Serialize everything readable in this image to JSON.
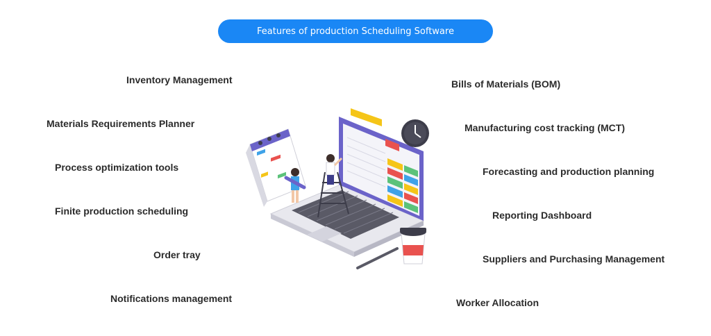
{
  "title": "Features of production Scheduling Software",
  "left_features": [
    "Inventory Management",
    "Materials Requirements Planner",
    "Process optimization tools",
    "Finite production scheduling",
    "Order tray",
    "Notifications management"
  ],
  "right_features": [
    "Bills of Materials (BOM)",
    "Manufacturing cost tracking (MCT)",
    "Forecasting and production planning",
    "Reporting Dashboard",
    "Suppliers and Purchasing Management",
    "Worker Allocation"
  ],
  "colors": {
    "title_bg": "#1a87f5",
    "title_text": "#ffffff",
    "feature_text": "#2b2b2b",
    "accent_purple": "#6b63c9",
    "accent_yellow": "#f5c518",
    "accent_red": "#e9524f",
    "accent_green": "#5cc27a",
    "accent_blue": "#3fa2e8"
  },
  "icons": [
    "laptop-icon",
    "calendar-icon",
    "clock-icon",
    "coffee-cup-icon",
    "ladder-icon",
    "pencil-icon"
  ]
}
